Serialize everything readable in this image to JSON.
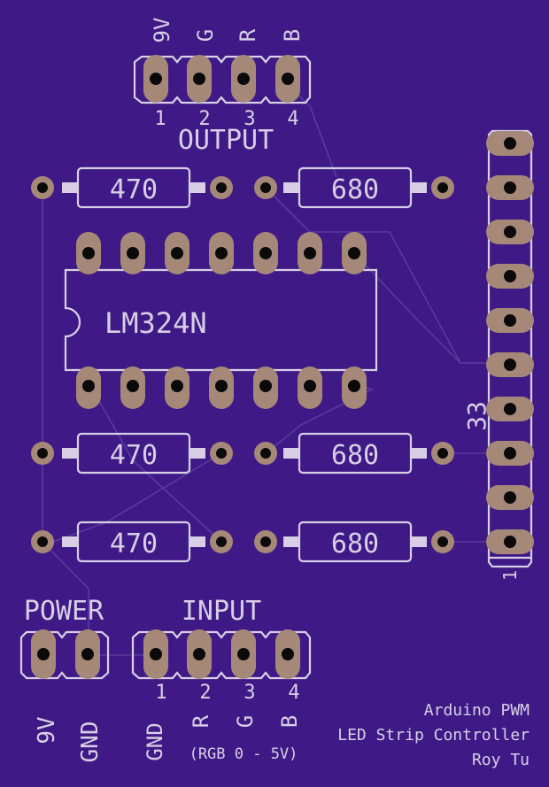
{
  "colors": {
    "board": "#3f1a86",
    "silkscreen": "#d8cfe6",
    "copper_pad": "#a68878",
    "drill": "#0a0a0a",
    "trace": "#5a3b9c"
  },
  "output_header": {
    "title": "OUTPUT",
    "signals": [
      "9V",
      "G",
      "R",
      "B"
    ],
    "pins": [
      "1",
      "2",
      "3",
      "4"
    ]
  },
  "ic": {
    "label": "LM324N"
  },
  "resistors": {
    "left": [
      "470",
      "470",
      "470"
    ],
    "right": [
      "680",
      "680",
      "680"
    ]
  },
  "arduino_header": {
    "label": "33",
    "pin1": "1"
  },
  "power_header": {
    "title": "POWER",
    "signals": [
      "9V",
      "GND"
    ]
  },
  "input_header": {
    "title": "INPUT",
    "signals": [
      "GND",
      "R",
      "G",
      "B"
    ],
    "pins": [
      "1",
      "2",
      "3",
      "4"
    ],
    "note": "(RGB 0 - 5V)"
  },
  "credits": [
    "Arduino PWM",
    "LED Strip Controller",
    "Roy Tu"
  ]
}
